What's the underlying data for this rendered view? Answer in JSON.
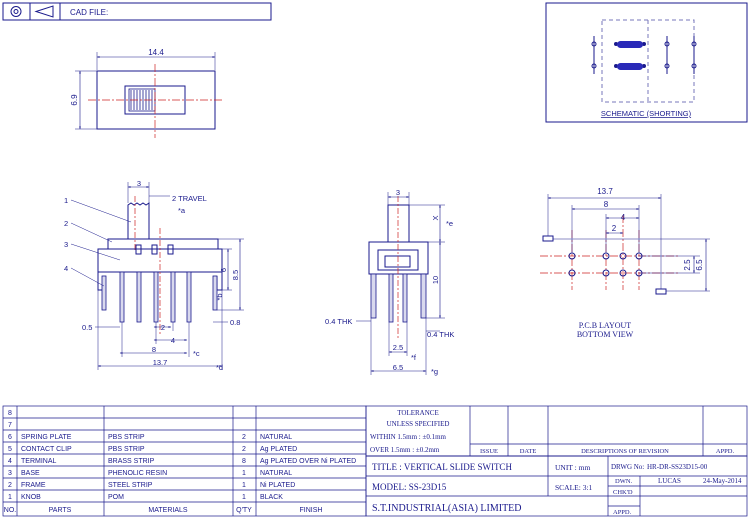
{
  "header": {
    "cad_file_label": "CAD FILE:"
  },
  "schematic": {
    "caption": "SCHEMATIC (SHORTING)"
  },
  "front_view": {
    "dim_top_width": "14.4",
    "dim_top_height": "6.9",
    "dim_travel": "3",
    "travel_label": "2 TRAVEL",
    "mark_a": "*a",
    "callouts": [
      "1",
      "2",
      "3",
      "4"
    ],
    "dim_6": "6",
    "dim_8_5": "8.5",
    "mark_b": "*b",
    "dim_0_8": "0.8",
    "dim_0_5": "0.5",
    "dim_2": "2",
    "dim_4": "4",
    "dim_8": "8",
    "mark_c": "*c",
    "dim_13_7": "13.7",
    "mark_d": "*d"
  },
  "side_view": {
    "dim_3": "3",
    "mark_e": "*e",
    "dim_x": "X",
    "dim_10": "10",
    "thk_left": "0.4 THK",
    "thk_right": "0.4 THK",
    "dim_2_5": "2.5",
    "mark_f": "*f",
    "dim_6_5": "6.5",
    "mark_g": "*g"
  },
  "pcb_view": {
    "dim_13_7": "13.7",
    "dim_8": "8",
    "dim_4": "4",
    "dim_2": "2",
    "dim_2_5": "2.5",
    "dim_6_5": "6.5",
    "caption_line1": "P.C.B LAYOUT",
    "caption_line2": "BOTTOM VIEW"
  },
  "bom": {
    "headers": [
      "NO.",
      "PARTS",
      "MATERIALS",
      "Q'TY",
      "FINISH"
    ],
    "rows": [
      {
        "no": "8",
        "part": "",
        "material": "",
        "qty": "",
        "finish": ""
      },
      {
        "no": "7",
        "part": "",
        "material": "",
        "qty": "",
        "finish": ""
      },
      {
        "no": "6",
        "part": "SPRING PLATE",
        "material": "PBS STRIP",
        "qty": "2",
        "finish": "NATURAL"
      },
      {
        "no": "5",
        "part": "CONTACT CLIP",
        "material": "PBS STRIP",
        "qty": "2",
        "finish": "Ag PLATED"
      },
      {
        "no": "4",
        "part": "TERMINAL",
        "material": "BRASS STRIP",
        "qty": "8",
        "finish": "Ag PLATED OVER Ni PLATED"
      },
      {
        "no": "3",
        "part": "BASE",
        "material": "PHENOLIC RESIN",
        "qty": "1",
        "finish": "NATURAL"
      },
      {
        "no": "2",
        "part": "FRAME",
        "material": "STEEL STRIP",
        "qty": "1",
        "finish": "Ni PLATED"
      },
      {
        "no": "1",
        "part": "KNOB",
        "material": "POM",
        "qty": "1",
        "finish": "BLACK"
      }
    ]
  },
  "tolerance": {
    "title": "TOLERANCE",
    "subtitle": "UNLESS   SPECIFIED",
    "line1": "WITHIN 1.5mm : ±0.1mm",
    "line2": "OVER 1.5mm : ±0.2mm"
  },
  "revision": {
    "issue": "ISSUE",
    "date": "DATE",
    "descriptions": "DESCRIPTIONS  OF REVISION",
    "appd": "APPD."
  },
  "title_block": {
    "title": "TITLE :  VERTICAL SLIDE SWITCH",
    "model": "MODEL:  SS-23D15",
    "unit": "UNIT :   mm",
    "scale": "SCALE:  3:1",
    "company": "S.T.INDUSTRIAL(ASIA)  LIMITED",
    "drwg_no_label": "DRWG No:",
    "drwg_no": "HR-DR-SS23D15-00",
    "dwn_label": "DWN.",
    "dwn_name": "LUCAS",
    "dwn_date": "24-May-2014",
    "chkd_label": "CHK'D",
    "appd_label": "APPD."
  }
}
